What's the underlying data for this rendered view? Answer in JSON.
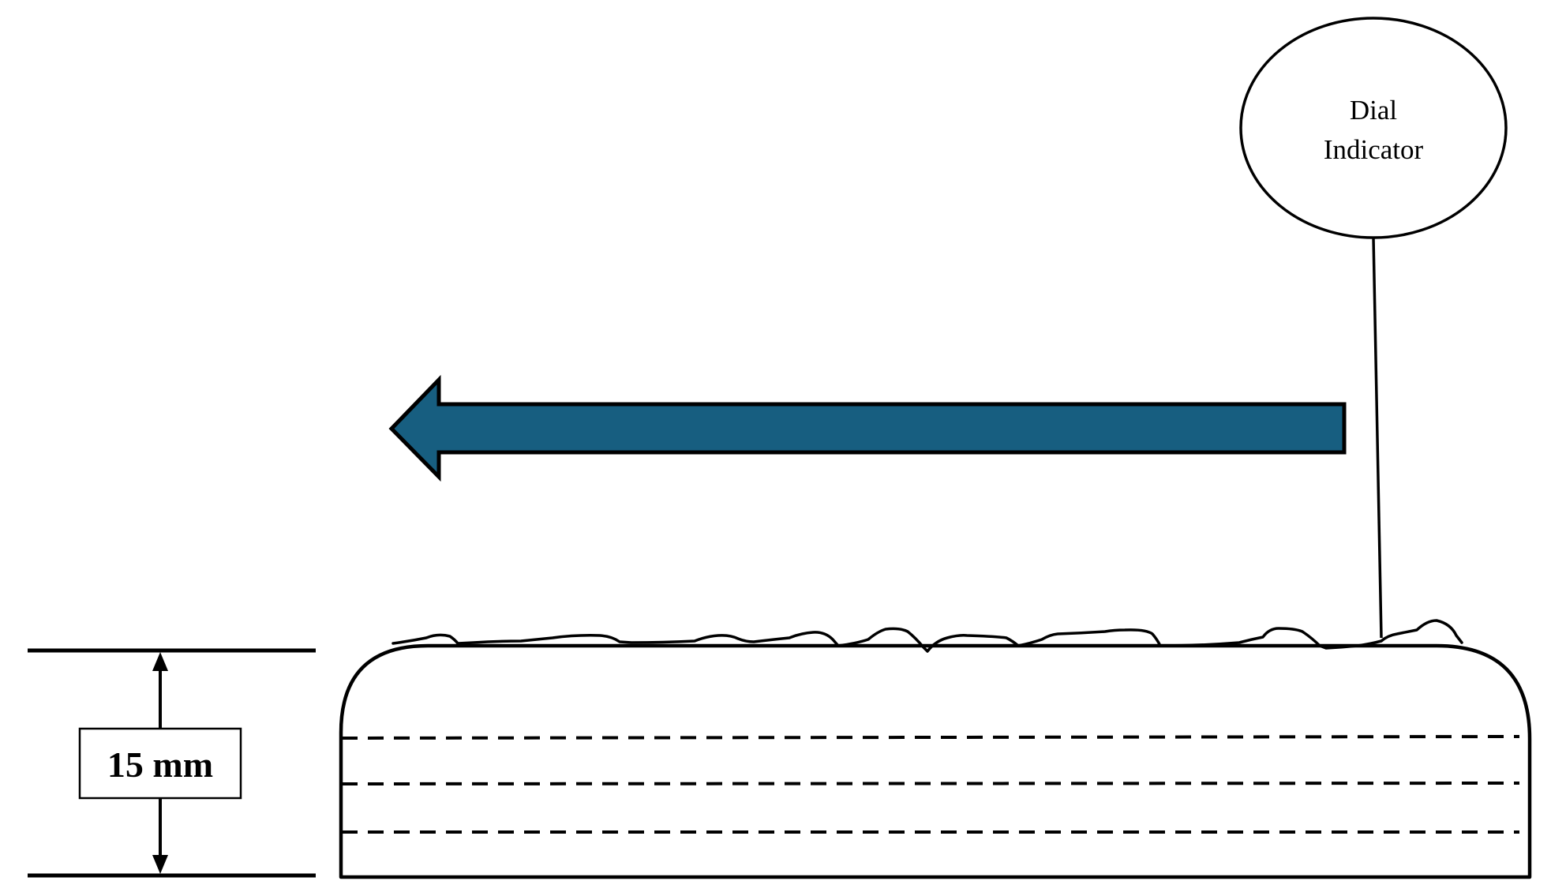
{
  "dial_indicator": {
    "label_line1": "Dial",
    "label_line2": "Indicator"
  },
  "dimension": {
    "label": "15 mm"
  },
  "colors": {
    "arrow_fill": "#175e80",
    "stroke": "#000000",
    "background": "#ffffff"
  }
}
